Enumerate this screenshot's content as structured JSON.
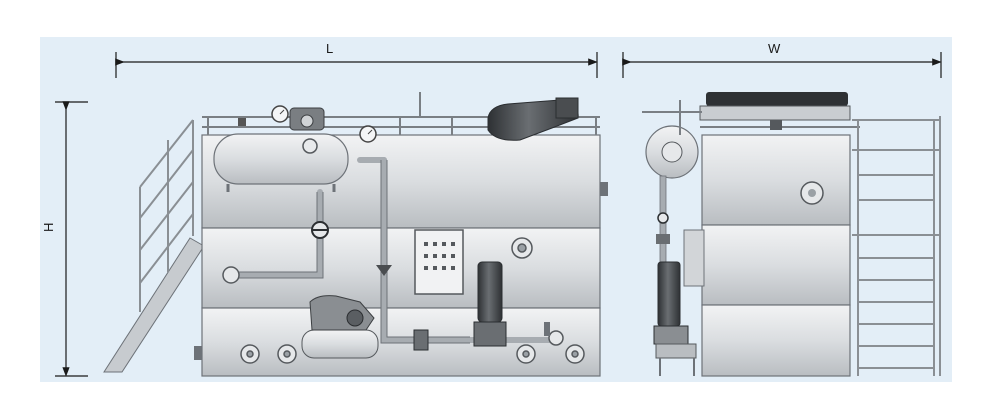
{
  "dimensions": {
    "length_label": "L",
    "width_label": "W",
    "height_label": "H"
  },
  "colors": {
    "background_panel": "#e3eef7",
    "tank_body": "#d9dcdf",
    "tank_stroke": "#6d7278",
    "equipment_dark": "#55595d",
    "pipe": "#c9cdd1",
    "dimension_line": "#1a1a1a"
  },
  "views": [
    "front-elevation",
    "side-elevation"
  ]
}
